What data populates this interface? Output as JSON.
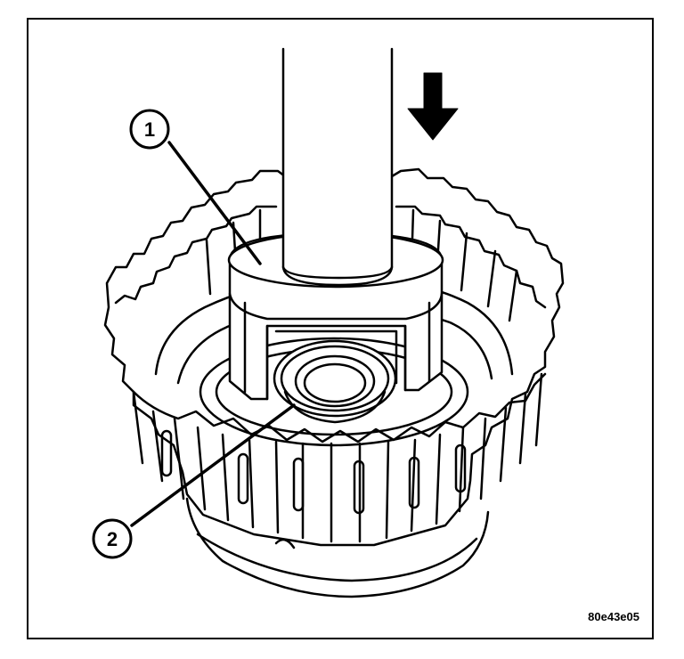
{
  "figure": {
    "figure_id": "80e43e05"
  },
  "callouts": [
    {
      "number": "1"
    },
    {
      "number": "2"
    }
  ],
  "colors": {
    "line": "#000000",
    "background": "#ffffff",
    "shade": "#f0f0f0"
  }
}
